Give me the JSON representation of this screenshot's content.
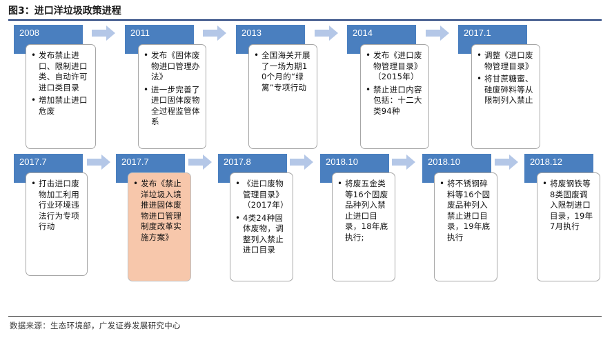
{
  "figure": {
    "title": "图3：进口洋垃圾政策进程",
    "source": "数据来源：生态环境部，广发证券发展研究中心"
  },
  "row1": [
    {
      "year": "2008",
      "items": [
        "发布禁止进口、限制进口类、自动许可进口类目录",
        "增加禁止进口危废"
      ]
    },
    {
      "year": "2011",
      "items": [
        "发布《固体废物进口管理办法》",
        "进一步完善了进口固体废物全过程监管体系"
      ]
    },
    {
      "year": "2013",
      "items": [
        "全国海关开展了一场为期10个月的“绿篱”专项行动"
      ]
    },
    {
      "year": "2014",
      "items": [
        "发布《进口废物管理目录》（2015年）",
        "禁止进口内容包括：十二大类94种"
      ]
    },
    {
      "year": "2017.1",
      "items": [
        "调整《进口废物管理目录》",
        "将甘蔗糖蜜、硅废碎料等从限制列入禁止"
      ]
    }
  ],
  "row2": [
    {
      "year": "2017.7",
      "items": [
        "打击进口废物加工利用行业环境违法行为专项行动"
      ]
    },
    {
      "year": "2017.7",
      "items": [
        "发布《禁止洋垃圾入境推进固体废物进口管理制度改革实施方案》"
      ],
      "highlight": true
    },
    {
      "year": "2017.8",
      "items": [
        "《进口废物管理目录》（2017年）",
        "4类24种固体废物，调整列入禁止进口目录"
      ]
    },
    {
      "year": "2018.10",
      "items": [
        "将废五金类等16个固废品种列入禁止进口目录，18年底执行;"
      ]
    },
    {
      "year": "2018.10",
      "items": [
        "将不锈钢碎料等16个固废品种列入禁止进口目录，19年底执行"
      ]
    },
    {
      "year": "2018.12",
      "items": [
        "将废钢铁等8类固废调入限制进口目录，19年7月执行"
      ]
    }
  ],
  "colors": {
    "header_blue": "#4a7fbf",
    "arrow_blue": "#b4c7e7",
    "highlight_fill": "#f7c7ab",
    "rule_navy": "#1e3c78"
  },
  "icons": [
    "arrow-right-icon"
  ]
}
